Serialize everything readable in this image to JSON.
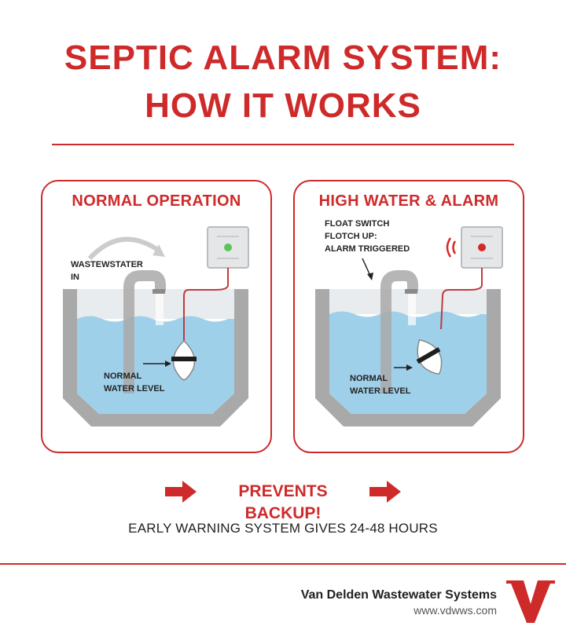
{
  "title": {
    "line1": "SEPTIC ALARM SYSTEM:",
    "line2": "HOW IT WORKS"
  },
  "panels": {
    "normal": {
      "title": "NORMAL OPERATION",
      "inlet_label_1": "WASTEWSTATER",
      "inlet_label_2": "IN",
      "level_label_1": "NORMAL",
      "level_label_2": "WATER LEVEL",
      "indicator_color": "#5cc35a"
    },
    "alarm": {
      "title": "HIGH WATER & ALARM",
      "switch_label_1": "FLOAT SWITCH",
      "switch_label_2": "FLOTCH UP:",
      "switch_label_3": "ALARM TRIGGERED",
      "level_label_1": "NORMAL",
      "level_label_2": "WATER LEVEL",
      "indicator_color": "#d62828"
    }
  },
  "footer": {
    "prevents": "PREVENTS BACKUP!",
    "warning": "EARLY WARNING SYSTEM GIVES 24-48 HOURS",
    "company": "Van Delden Wastewater Systems",
    "url": "www.vdwws.com",
    "logo_letter": "V"
  },
  "colors": {
    "accent": "#cf2a2a",
    "water": "#9fd0ea",
    "tank": "#a9a9a9"
  }
}
